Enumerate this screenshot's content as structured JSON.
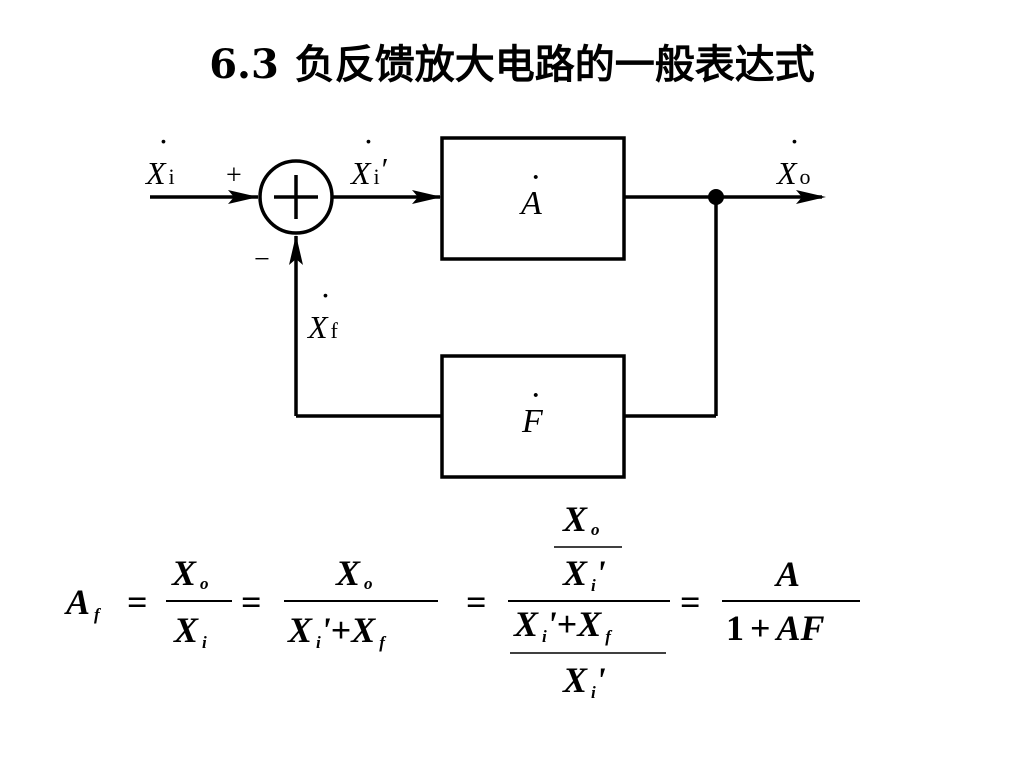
{
  "title": {
    "number": "6.3",
    "text": "负反馈放大电路的一般表达式"
  },
  "diagram": {
    "input_label": {
      "main": "X",
      "sub": "i"
    },
    "net_input_label": {
      "main": "X",
      "sub": "i",
      "prime": "′"
    },
    "output_label": {
      "main": "X",
      "sub": "o"
    },
    "feedback_label": {
      "main": "X",
      "sub": "f"
    },
    "plus_sign": "+",
    "minus_sign": "−",
    "forward_block": "A",
    "feedback_block": "F",
    "dot": "·"
  },
  "equation": {
    "lhs": {
      "main": "A",
      "sub": "f"
    },
    "eq": "=",
    "x": "X",
    "sub_o": "o",
    "sub_i": "i",
    "sub_f": "f",
    "prime": "'",
    "plus": "+",
    "result_num": "A",
    "result_den_one": "1",
    "result_den_af": "AF"
  }
}
